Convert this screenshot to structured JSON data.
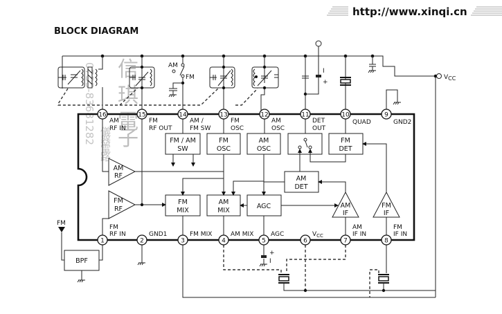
{
  "header": {
    "url": "http://www.xinqi.cn",
    "title": "BLOCK DIAGRAM"
  },
  "watermark": {
    "chars": [
      "信",
      "琪",
      "電",
      "子"
    ],
    "phone": "0755-83681282",
    "vertical_small": [
      "儀",
      "器",
      "電",
      "路"
    ]
  },
  "external": {
    "vcc_label": "VCC",
    "fm_antenna_label": "FM",
    "bpf_label": "BPF",
    "switch_am": "AM",
    "switch_fm": "FM",
    "cap_plus": "+",
    "cap_minus": "I"
  },
  "pins": [
    {
      "num": "1",
      "label1": "FM",
      "label2": "RF  IN"
    },
    {
      "num": "2",
      "label1": "GND1",
      "label2": ""
    },
    {
      "num": "3",
      "label1": "FM  MIX",
      "label2": ""
    },
    {
      "num": "4",
      "label1": "AM  MIX",
      "label2": ""
    },
    {
      "num": "5",
      "label1": "AGC",
      "label2": ""
    },
    {
      "num": "6",
      "label1": "VCC",
      "label2": ""
    },
    {
      "num": "7",
      "label1": "AM",
      "label2": "IF  IN"
    },
    {
      "num": "8",
      "label1": "FM",
      "label2": "IF  IN"
    },
    {
      "num": "9",
      "label1": "GND2",
      "label2": ""
    },
    {
      "num": "10",
      "label1": "QUAD",
      "label2": ""
    },
    {
      "num": "11",
      "label1": "DET",
      "label2": "OUT"
    },
    {
      "num": "12",
      "label1": "AM",
      "label2": "OSC"
    },
    {
      "num": "13",
      "label1": "FM",
      "label2": "OSC"
    },
    {
      "num": "14",
      "label1": "AM /",
      "label2": "FM  SW"
    },
    {
      "num": "15",
      "label1": "FM",
      "label2": "RF  OUT"
    },
    {
      "num": "16",
      "label1": "AM",
      "label2": "RF  IN"
    }
  ],
  "blocks": {
    "fm_am_sw": [
      "FM / AM",
      "SW"
    ],
    "fm_osc": [
      "FM",
      "OSC"
    ],
    "am_osc": [
      "AM",
      "OSC"
    ],
    "fm_det": [
      "FM",
      "DET"
    ],
    "am_det": [
      "AM",
      "DET"
    ],
    "fm_mix": [
      "FM",
      "MIX"
    ],
    "am_mix": [
      "AM",
      "MIX"
    ],
    "agc": [
      "AGC"
    ],
    "am_rf": [
      "AM",
      "RF"
    ],
    "fm_rf": [
      "FM",
      "RF"
    ],
    "am_if": [
      "AM",
      "IF"
    ],
    "fm_if": [
      "FM",
      "IF"
    ]
  }
}
